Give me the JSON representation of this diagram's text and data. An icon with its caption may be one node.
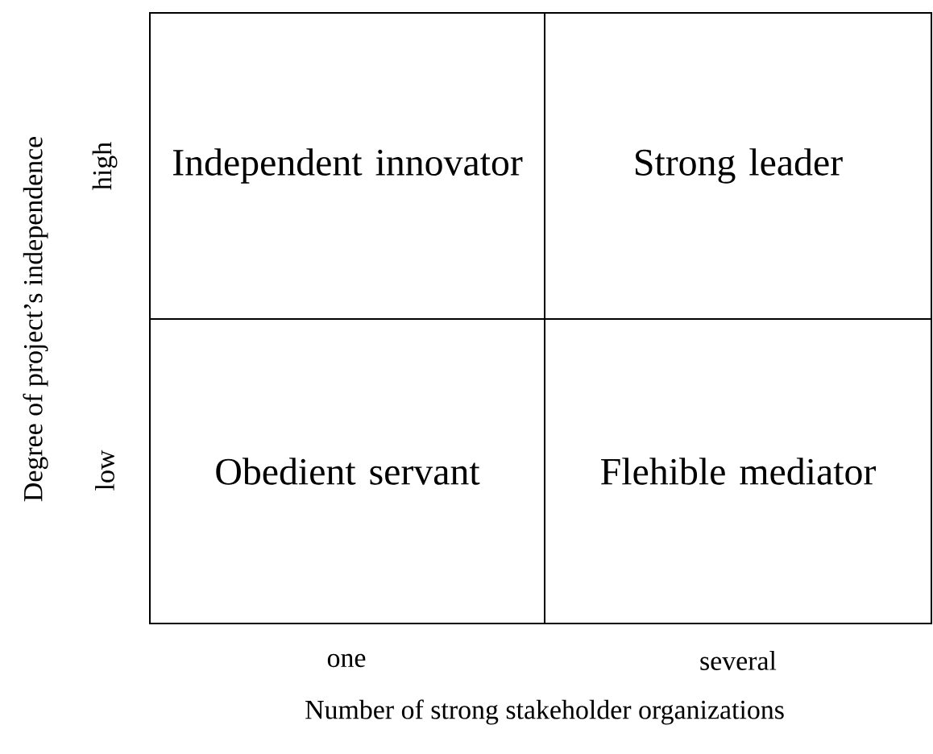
{
  "diagram": {
    "nodes": [
      {
        "text": [
          "Independent innovator"
        ]
      },
      {
        "text": [
          "Strong leader"
        ]
      },
      {
        "text": [
          "Obedient servant"
        ]
      },
      {
        "text": [
          "Flehible mediator"
        ]
      }
    ],
    "labels": [
      "Degree of project’s independence",
      "high",
      "low",
      "one",
      "several",
      "Number of strong stakeholder organizations"
    ]
  }
}
